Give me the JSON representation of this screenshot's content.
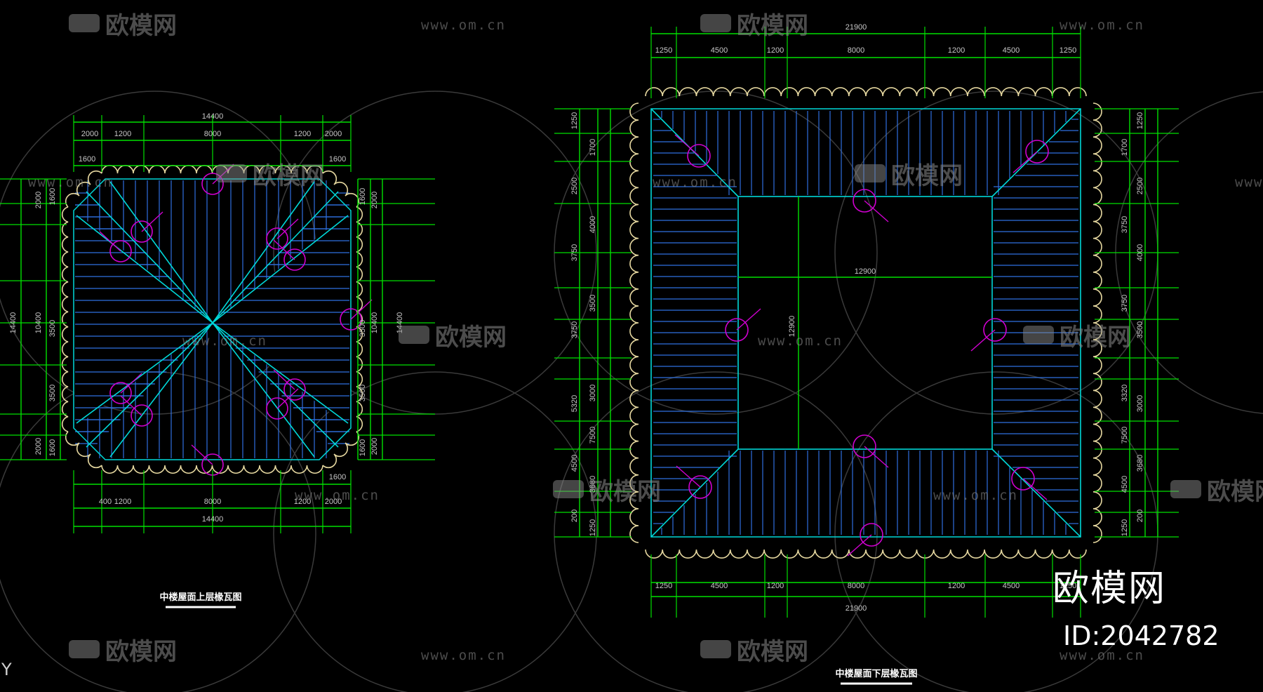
{
  "watermark": {
    "brand": "欧模网",
    "url": "www.om.cn"
  },
  "stamp": {
    "brand": "欧模网",
    "id": "ID:2042782"
  },
  "corner_label": "Y",
  "colors": {
    "background": "#000000",
    "dimension": "#00e000",
    "rafter": "#2f6fe0",
    "ridge": "#00d8d8",
    "eave": "#e6d8a0",
    "marker": "#d000d0"
  },
  "left_plan": {
    "caption": "中楼屋面上层椽瓦图",
    "top_overall": "14400",
    "top_parts": [
      "2000",
      "1200",
      "8000",
      "1200",
      "2000"
    ],
    "top_sub": [
      "1600",
      "1600"
    ],
    "bottom_overall": "14400",
    "bottom_parts": [
      "400",
      "1200",
      "8000",
      "1200",
      "2000"
    ],
    "bottom_sub": [
      "1600"
    ],
    "left_overall": "14400",
    "left_mid": "10400",
    "left_parts": [
      "2000",
      "1600",
      "3500",
      "3500",
      "2000",
      "1600"
    ],
    "right_overall": "14400",
    "right_mid": "10400",
    "right_parts": [
      "1600",
      "2000",
      "3500",
      "3500",
      "1600",
      "2000"
    ]
  },
  "right_plan": {
    "caption": "中楼屋面下层椽瓦图",
    "top_overall": "21900",
    "top_parts": [
      "1250",
      "4500",
      "1200",
      "8000",
      "1200",
      "4500",
      "1250"
    ],
    "bottom_overall": "21900",
    "bottom_parts": [
      "1250",
      "4500",
      "1200",
      "8000",
      "1200",
      "4500",
      "1250"
    ],
    "inner_h": "12900",
    "inner_v": "12900",
    "left_parts": [
      "1250",
      "1700",
      "2500",
      "4000",
      "3750",
      "3500",
      "3750",
      "3000",
      "5320",
      "7500",
      "4500",
      "3680",
      "200",
      "1250"
    ],
    "right_parts": [
      "1250",
      "1700",
      "2500",
      "3750",
      "4000",
      "3750",
      "3500",
      "3320",
      "3000",
      "7500",
      "3680",
      "4500",
      "200",
      "1250"
    ]
  }
}
